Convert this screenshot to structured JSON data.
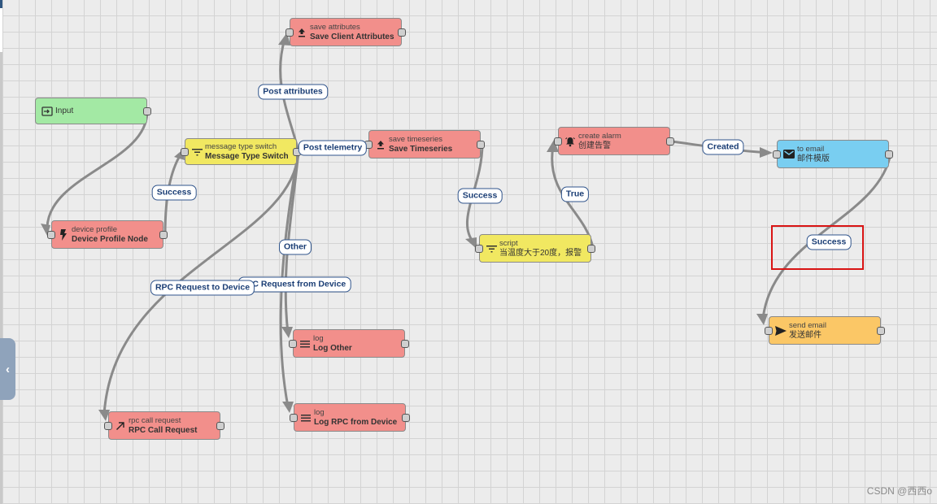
{
  "canvas": {
    "watermark": "CSDN @西西o"
  },
  "sidebar": {
    "collapse_glyph": "‹"
  },
  "nodes": {
    "input": {
      "type": "",
      "name": "Input",
      "icon": "input-icon",
      "color": "#a3e9a4"
    },
    "save_attributes": {
      "type": "save attributes",
      "name": "Save Client Attributes",
      "icon": "upload-icon",
      "color": "#f28f8b"
    },
    "message_type_switch": {
      "type": "message type switch",
      "name": "Message Type Switch",
      "icon": "filter-icon",
      "color": "#f1e861"
    },
    "save_timeseries": {
      "type": "save timeseries",
      "name": "Save Timeseries",
      "icon": "upload-icon",
      "color": "#f28f8b"
    },
    "create_alarm": {
      "type": "create alarm",
      "name": "创建告警",
      "icon": "bell-icon",
      "color": "#f28f8b"
    },
    "to_email": {
      "type": "to email",
      "name": "邮件模版",
      "icon": "email-icon",
      "color": "#79cef1"
    },
    "device_profile": {
      "type": "device profile",
      "name": "Device Profile Node",
      "icon": "bolt-icon",
      "color": "#f28f8b"
    },
    "script": {
      "type": "script",
      "name": "当温度大于20度，报警",
      "icon": "filter-icon",
      "color": "#f1e861"
    },
    "log_other": {
      "type": "log",
      "name": "Log Other",
      "icon": "menu-lines-icon",
      "color": "#f28f8b"
    },
    "log_rpc": {
      "type": "log",
      "name": "Log RPC from Device",
      "icon": "menu-lines-icon",
      "color": "#f28f8b"
    },
    "rpc_call": {
      "type": "rpc call request",
      "name": "RPC Call Request",
      "icon": "arrow-up-right-icon",
      "color": "#f28f8b"
    },
    "send_email": {
      "type": "send email",
      "name": "发送邮件",
      "icon": "send-icon",
      "color": "#fbc766"
    }
  },
  "edges": {
    "input_to_profile": "",
    "profile_success": "Success",
    "post_attributes": "Post attributes",
    "post_telemetry": "Post telemetry",
    "other": "Other",
    "rpc_to_device": "RPC Request to Device",
    "rpc_from_device": "RPC Request from Device",
    "timeseries_success": "Success",
    "script_true": "True",
    "alarm_created": "Created",
    "email_success": "Success"
  }
}
